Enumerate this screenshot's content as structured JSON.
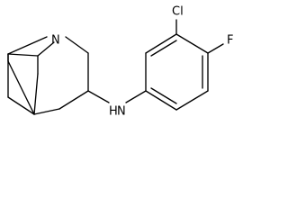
{
  "molecule": {
    "atoms": {
      "N1": "N",
      "NH": "N",
      "H": "H",
      "Cl": "Cl",
      "F": "F"
    }
  }
}
